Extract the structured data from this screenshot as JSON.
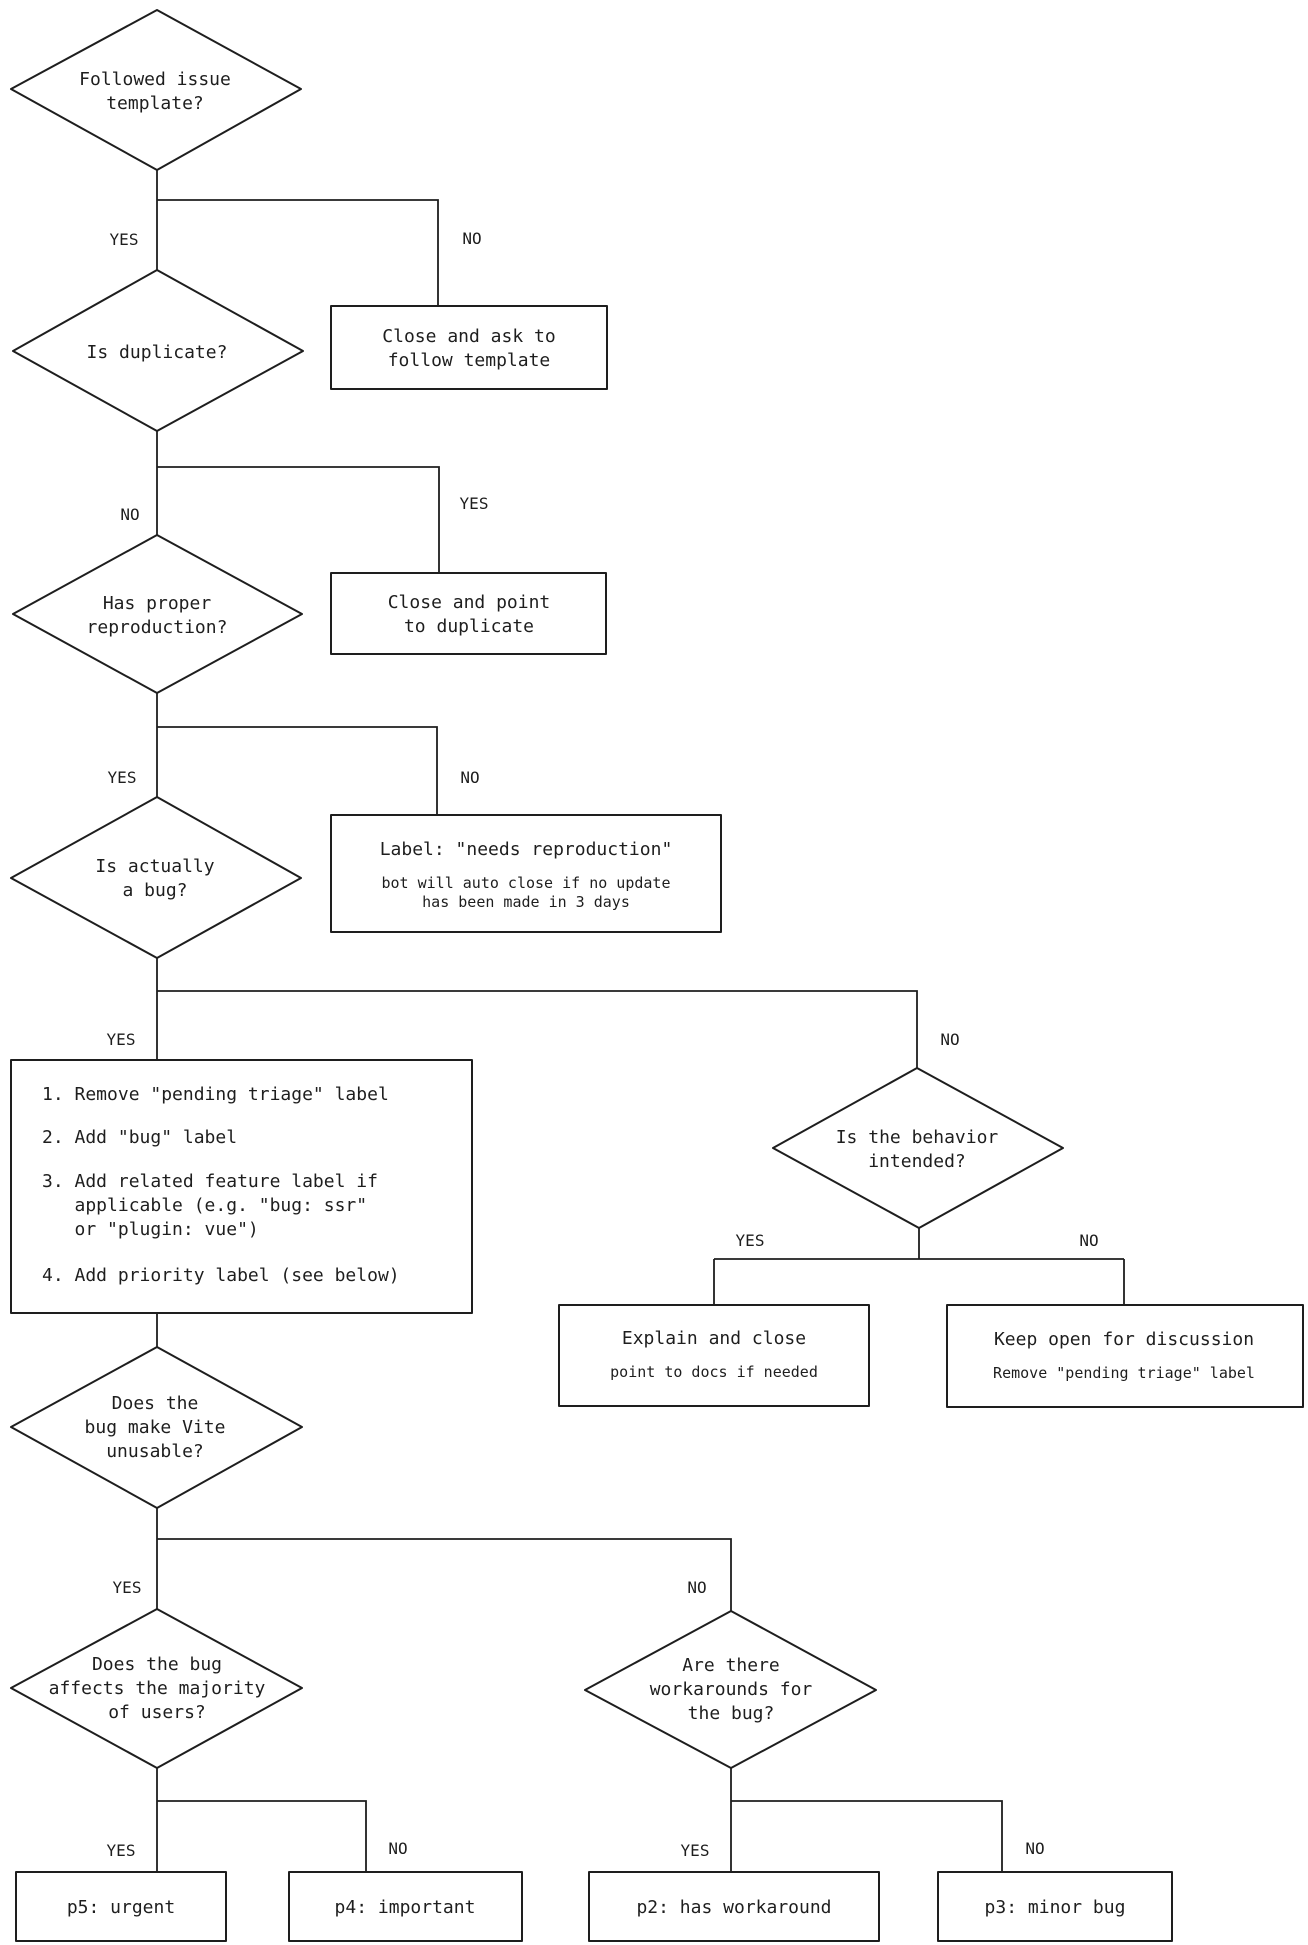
{
  "flowchart": {
    "q_template": [
      "Followed issue",
      "template?"
    ],
    "q_duplicate": [
      "Is duplicate?"
    ],
    "q_reproduction": [
      "Has proper",
      "reproduction?"
    ],
    "q_bug": [
      "Is actually",
      "a bug?"
    ],
    "q_intended": [
      "Is the behavior",
      "intended?"
    ],
    "q_unusable": [
      "Does the",
      "bug make Vite",
      "unusable?"
    ],
    "q_majority": [
      "Does the bug",
      "affects the majority",
      "of users?"
    ],
    "q_workarounds": [
      "Are there",
      "workarounds for",
      "the bug?"
    ],
    "box_close_template": [
      "Close and ask to",
      "follow template"
    ],
    "box_close_duplicate": [
      "Close and point",
      "to duplicate"
    ],
    "box_needs_repro": {
      "title": "Label: \"needs reproduction\"",
      "notes": [
        "bot will auto close if no update",
        "has been made in 3 days"
      ]
    },
    "box_steps": [
      "1. Remove \"pending triage\" label",
      "2. Add \"bug\" label",
      "3. Add related feature label if",
      "   applicable (e.g. \"bug: ssr\"",
      "   or \"plugin: vue\")",
      "4. Add priority label (see below)"
    ],
    "box_explain": {
      "title": "Explain and close",
      "note": "point to docs if needed"
    },
    "box_keep_open": {
      "title": "Keep open for discussion",
      "note": "Remove \"pending triage\" label"
    },
    "box_p5": "p5: urgent",
    "box_p4": "p4: important",
    "box_p2": "p2: has workaround",
    "box_p3": "p3: minor bug",
    "edges": {
      "template_yes": "YES",
      "template_no": "NO",
      "duplicate_no": "NO",
      "duplicate_yes": "YES",
      "repro_yes": "YES",
      "repro_no": "NO",
      "bug_yes": "YES",
      "bug_no": "NO",
      "intended_yes": "YES",
      "intended_no": "NO",
      "unusable_yes": "YES",
      "unusable_no": "NO",
      "majority_yes": "YES",
      "majority_no": "NO",
      "workarounds_yes": "YES",
      "workarounds_no": "NO"
    }
  }
}
